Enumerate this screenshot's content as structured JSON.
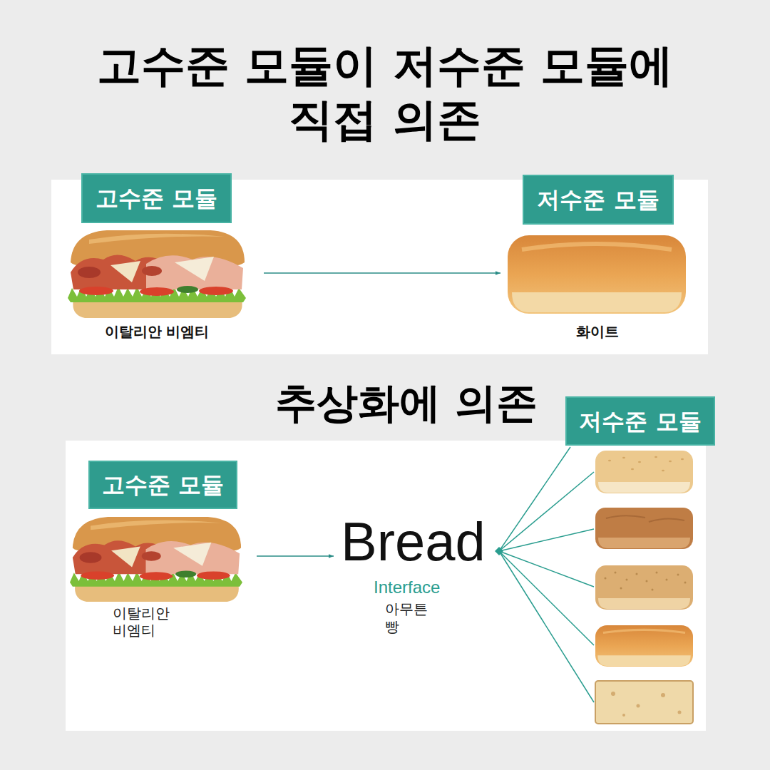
{
  "diagram": {
    "title": "고수준 모듈이 저수준 모듈에 직접 의존",
    "nodes": [
      {
        "text": [
          "고수준 모듈"
        ]
      },
      {
        "text": [
          "저수준 모듈"
        ]
      },
      {
        "text": [
          "이탈리안 비엠티"
        ]
      },
      {
        "text": [
          "화이트"
        ]
      },
      {
        "text": [
          "저수준 모듈"
        ]
      },
      {
        "text": [
          "고수준 모듈"
        ]
      },
      {
        "text": [
          "이탈리안 비엠티"
        ]
      },
      {
        "text": [
          "Bread",
          "Interface",
          "아무튼 빵"
        ]
      }
    ],
    "edges": [
      {
        "from": 2,
        "to": 3,
        "arrow": "to"
      },
      {
        "from": 6,
        "to": 7,
        "arrow": "to"
      }
    ],
    "labels": [
      "추상화에 의존"
    ]
  }
}
